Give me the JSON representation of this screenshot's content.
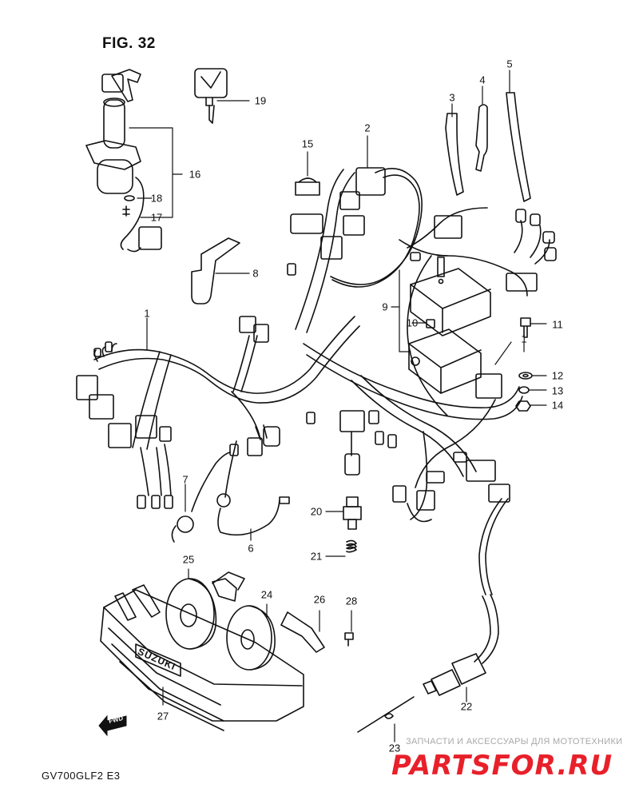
{
  "figure": {
    "title": "FIG. 32",
    "model_code": "GV700GLF2  E3",
    "fwd_label": "FWD",
    "horn_grille_lettering": "SUZUKI"
  },
  "callouts": [
    {
      "id": "1",
      "label": "1"
    },
    {
      "id": "1b",
      "label": "1"
    },
    {
      "id": "2",
      "label": "2"
    },
    {
      "id": "3",
      "label": "3"
    },
    {
      "id": "4",
      "label": "4"
    },
    {
      "id": "5",
      "label": "5"
    },
    {
      "id": "6",
      "label": "6"
    },
    {
      "id": "7",
      "label": "7"
    },
    {
      "id": "8",
      "label": "8"
    },
    {
      "id": "9",
      "label": "9"
    },
    {
      "id": "10",
      "label": "10"
    },
    {
      "id": "11",
      "label": "11"
    },
    {
      "id": "12",
      "label": "12"
    },
    {
      "id": "13",
      "label": "13"
    },
    {
      "id": "14",
      "label": "14"
    },
    {
      "id": "15",
      "label": "15"
    },
    {
      "id": "16",
      "label": "16"
    },
    {
      "id": "17",
      "label": "17"
    },
    {
      "id": "18",
      "label": "18"
    },
    {
      "id": "19",
      "label": "19"
    },
    {
      "id": "20",
      "label": "20"
    },
    {
      "id": "21",
      "label": "21"
    },
    {
      "id": "22",
      "label": "22"
    },
    {
      "id": "23",
      "label": "23"
    },
    {
      "id": "24",
      "label": "24"
    },
    {
      "id": "25",
      "label": "25"
    },
    {
      "id": "26",
      "label": "26"
    },
    {
      "id": "27",
      "label": "27"
    },
    {
      "id": "28",
      "label": "28"
    }
  ],
  "watermark": {
    "caption": "ЗАПЧАСТИ И АКСЕССУАРЫ ДЛЯ МОТОТЕХНИКИ",
    "logo": "PARTSFOR.RU",
    "logo_color": "#e8202a"
  }
}
